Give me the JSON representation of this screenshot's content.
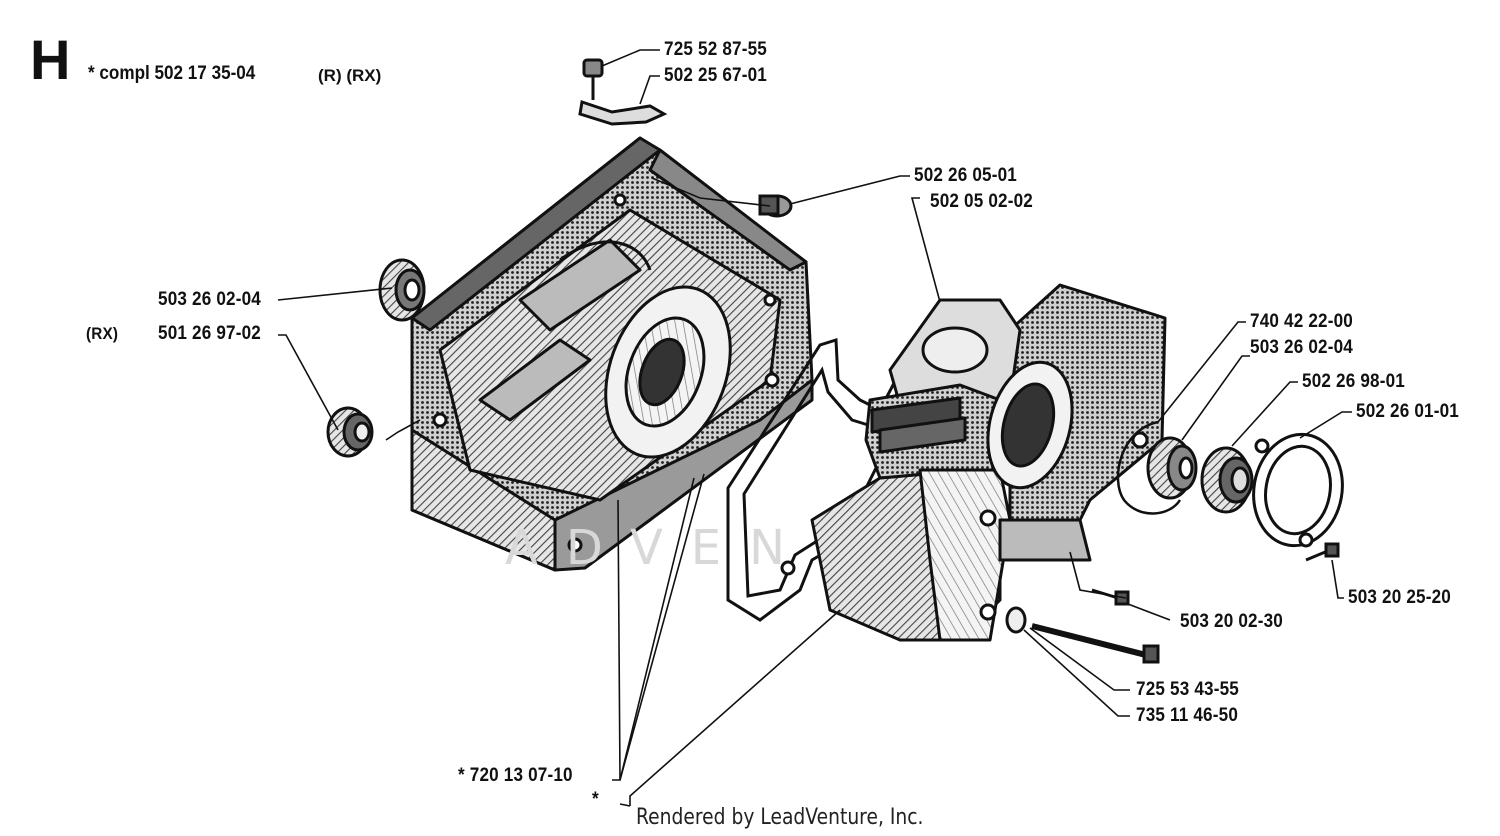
{
  "header": {
    "section_letter": "H",
    "compl_note": "* compl 502 17 35-04",
    "variant_note": "(R) (RX)"
  },
  "parts": [
    {
      "number": "725 52 87-55"
    },
    {
      "number": "502 25 67-01"
    },
    {
      "number": "502 26 05-01"
    },
    {
      "number": "502 05 02-02"
    },
    {
      "number": "503 26 02-04"
    },
    {
      "prefix": "(RX)",
      "number": "501 26 97-02"
    },
    {
      "number": "740 42 22-00"
    },
    {
      "number": "503 26 02-04"
    },
    {
      "number": "502 26 98-01"
    },
    {
      "number": "502 26 01-01"
    },
    {
      "number": "503 20 02-30"
    },
    {
      "number": "503 20 25-20"
    },
    {
      "number": "725 53 43-55"
    },
    {
      "number": "735 11 46-50"
    },
    {
      "number": "* 720 13 07-10"
    },
    {
      "number": "*"
    }
  ],
  "watermark": "ADVEN",
  "footer": {
    "credit": "Rendered by LeadVenture, Inc."
  }
}
